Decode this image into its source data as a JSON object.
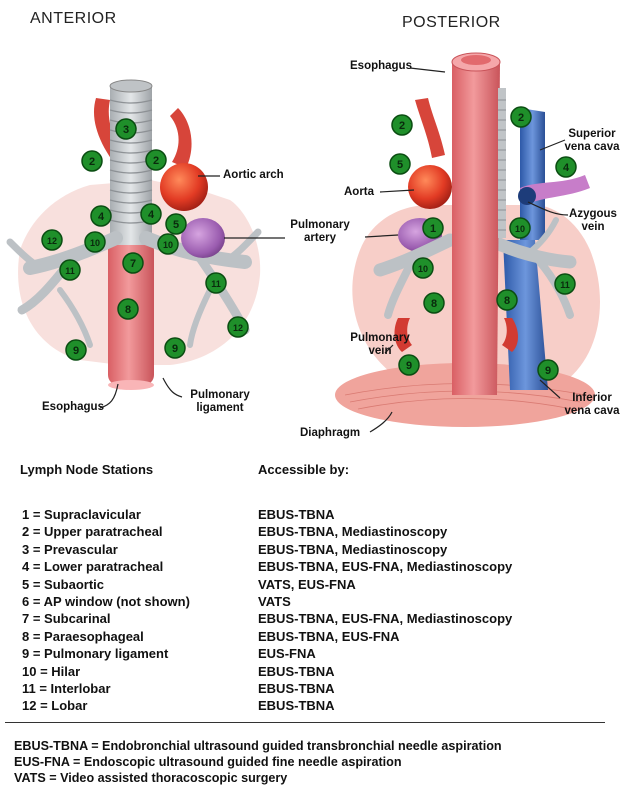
{
  "views": {
    "anterior": "ANTERIOR",
    "posterior": "POSTERIOR"
  },
  "annotations": {
    "aortic_arch": "Aortic arch",
    "pulmonary_artery": "Pulmonary\nartery",
    "esophagus_anterior": "Esophagus",
    "pulmonary_ligament": "Pulmonary\nligament",
    "esophagus_posterior": "Esophagus",
    "superior_vena_cava": "Superior\nvena cava",
    "aorta": "Aorta",
    "azygous_vein": "Azygous\nvein",
    "pulmonary_vein": "Pulmonary\nvein",
    "inferior_vena_cava": "Inferior\nvena cava",
    "diaphragm": "Diaphragm"
  },
  "anterior_nodes": [
    "3",
    "2",
    "2",
    "4",
    "4",
    "5",
    "12",
    "10",
    "10",
    "11",
    "7",
    "11",
    "8",
    "12",
    "9",
    "9"
  ],
  "posterior_nodes": [
    "2",
    "2",
    "5",
    "4",
    "1",
    "10",
    "10",
    "8",
    "8",
    "11",
    "9",
    "9"
  ],
  "table": {
    "header_station": "Lymph Node Stations",
    "header_access": "Accessible by:",
    "rows": [
      {
        "station": "1 = Supraclavicular",
        "access": "EBUS-TBNA"
      },
      {
        "station": "2 = Upper paratracheal",
        "access": "EBUS-TBNA, Mediastinoscopy"
      },
      {
        "station": "3 = Prevascular",
        "access": "EBUS-TBNA, Mediastinoscopy"
      },
      {
        "station": "4 = Lower paratracheal",
        "access": "EBUS-TBNA, EUS-FNA, Mediastinoscopy"
      },
      {
        "station": "5 = Subaortic",
        "access": "VATS, EUS-FNA"
      },
      {
        "station": "6 = AP window (not shown)",
        "access": "VATS"
      },
      {
        "station": "7 = Subcarinal",
        "access": "EBUS-TBNA, EUS-FNA, Mediastinoscopy"
      },
      {
        "station": "8 = Paraesophageal",
        "access": "EBUS-TBNA, EUS-FNA"
      },
      {
        "station": "9 = Pulmonary ligament",
        "access": "EUS-FNA"
      },
      {
        "station": "10 = Hilar",
        "access": "EBUS-TBNA"
      },
      {
        "station": "11 = Interlobar",
        "access": "EBUS-TBNA"
      },
      {
        "station": "12 = Lobar",
        "access": "EBUS-TBNA"
      }
    ]
  },
  "definitions": [
    "EBUS-TBNA = Endobronchial ultrasound guided transbronchial needle aspiration",
    "EUS-FNA = Endoscopic ultrasound guided fine needle aspiration",
    "VATS = Video assisted thoracoscopic surgery"
  ],
  "colors": {
    "node_fill": "#1f8f2a",
    "node_stroke": "#0b4d12",
    "airway": "#c9cdd0",
    "esophagus": "#e2767a",
    "aorta": "#d83a2e",
    "pulmonary_artery": "#a874b9",
    "vena_cava": "#3f6fc0",
    "background_tissue": "#f7c9c2"
  }
}
